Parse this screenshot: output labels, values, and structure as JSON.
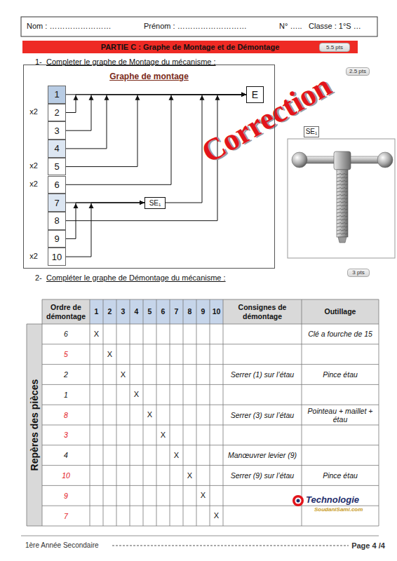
{
  "diagram": {
    "title": "PARTIE C : Graphe de Montage et de Démontage",
    "nodes": [
      {
        "text": [
          "Graphe de montage"
        ]
      },
      {
        "text": [
          "1"
        ],
        "in": 0
      },
      {
        "text": [
          "2"
        ],
        "in": 0
      },
      {
        "text": [
          "3"
        ],
        "in": 0
      },
      {
        "text": [
          "4"
        ],
        "in": 0
      },
      {
        "text": [
          "5"
        ],
        "in": 0
      },
      {
        "text": [
          "6"
        ],
        "in": 0
      },
      {
        "text": [
          "7"
        ],
        "in": 0
      },
      {
        "text": [
          "8"
        ],
        "in": 0
      },
      {
        "text": [
          "9"
        ],
        "in": 0
      },
      {
        "text": [
          "10"
        ],
        "in": 0
      },
      {
        "text": [
          "E"
        ],
        "in": 0
      },
      {
        "text": [
          "SE₁"
        ],
        "in": 0
      }
    ],
    "edges": [
      {
        "from": 1,
        "to": 11,
        "arrow": "to"
      },
      {
        "from": 2,
        "to": 11,
        "arrow": "to"
      },
      {
        "from": 3,
        "to": 11,
        "arrow": "to"
      },
      {
        "from": 4,
        "to": 11,
        "arrow": "to"
      },
      {
        "from": 5,
        "to": 11,
        "arrow": "to"
      },
      {
        "from": 6,
        "to": 11,
        "arrow": "to"
      },
      {
        "from": 8,
        "to": 11,
        "arrow": "to"
      },
      {
        "from": 12,
        "to": 11,
        "arrow": "to"
      },
      {
        "from": 7,
        "to": 12,
        "arrow": "to"
      },
      {
        "from": 9,
        "to": 12,
        "arrow": "to"
      },
      {
        "from": 10,
        "to": 12,
        "arrow": "to"
      }
    ],
    "labels": [
      "Nom : ……………………",
      "Prénom : ………………………",
      "N° …..",
      "Classe : 1°S …",
      "5.5 pts",
      "1-",
      "Completer le graphe de Montage du mécanisme :",
      "2.5 pts",
      "Correction",
      "SE₁",
      "x2",
      "x2",
      "x2",
      "x2",
      "2-",
      "Compléter le graphe de Démontage du mécanisme :",
      "3 pts",
      "Ordre de démontage",
      "1",
      "2",
      "3",
      "4",
      "5",
      "6",
      "7",
      "8",
      "9",
      "10",
      "Consignes de démontage",
      "Outillage",
      "Repères des pièces",
      "6",
      "X",
      "Clé a fourche de 15",
      "5",
      "X",
      "2",
      "X",
      "Serrer (1) sur l’étau",
      "Pince étau",
      "1",
      "X",
      "8",
      "X",
      "Serrer (3) sur l’étau",
      "Pointeau + maillet + étau",
      "3",
      "X",
      "4",
      "X",
      "Manœuvrer levier (9)",
      "10",
      "X",
      "Serrer (9) sur l’étau",
      "Pince étau",
      "9",
      "X",
      "7",
      "X",
      "Technologie",
      "SoudaniSami.com",
      "1ère Année Secondaire",
      "Page 4 /4"
    ]
  }
}
